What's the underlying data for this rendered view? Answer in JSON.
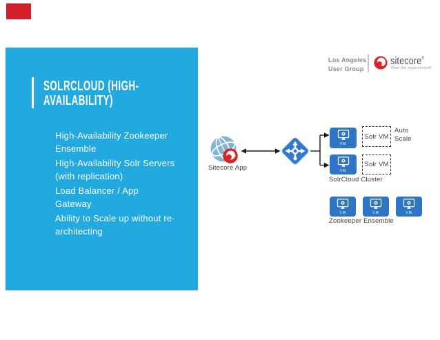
{
  "slide": {
    "title": {
      "line1": "SOLRCLOUD (HIGH-",
      "line2": "AVAILABILITY)"
    },
    "bullets": [
      {
        "line1": "High-Availability Zookeeper",
        "line2": "Ensemble"
      },
      {
        "line1": "High-Availability Solr Servers",
        "line2": "(with replication)"
      },
      {
        "line1": "Load Balancer / App",
        "line2": "Gateway"
      },
      {
        "line1": "Ability to Scale up without re-",
        "line2": "architecting"
      }
    ]
  },
  "header": {
    "group_line1": "Los Angeles",
    "group_line2": "User Group",
    "brand": "sitecore",
    "registered": "®",
    "tagline": "Own the experience®"
  },
  "diagram": {
    "app_label": "Sitecore App",
    "vm_label": "VM",
    "solr_vm_top": "Solr VM",
    "solr_vm_bottom": "Solr VM",
    "auto_line1": "Auto",
    "auto_line2": "Scale",
    "cluster_label": "SolrCloud Cluster",
    "zookeeper_label": "Zookeeper Ensemble"
  },
  "colors": {
    "panel_blue": "#21a9e0",
    "accent_red": "#d21e28",
    "vm_box_blue": "#2e75c5",
    "lb_blue": "#3478cc",
    "sitecore_red": "#d6252b",
    "globe_blue": "#7fb5d6",
    "connector_black": "#1b1b1b"
  }
}
